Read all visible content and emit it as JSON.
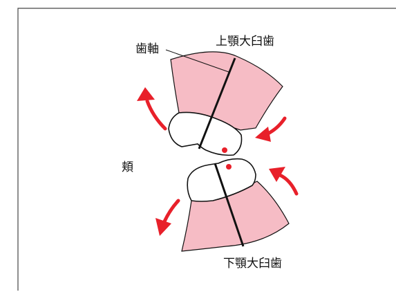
{
  "labels": {
    "tooth_axis": "歯軸",
    "upper_molar": "上顎大臼歯",
    "cheek": "頬",
    "lower_molar": "下顎大臼歯"
  },
  "colors": {
    "gum": "#f6bcc5",
    "arrow": "#e8202a",
    "contact_point": "#e8202a",
    "line": "#111111",
    "frame": "#444444"
  },
  "icons": [
    "rotation-arrow-icon",
    "contact-point-icon"
  ]
}
